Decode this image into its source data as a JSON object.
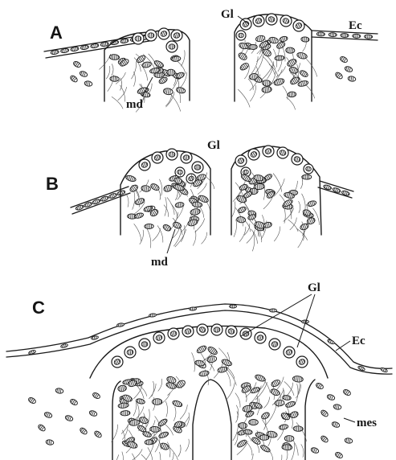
{
  "panels": [
    {
      "id": "A",
      "letter": "A",
      "labels": {
        "gl": "Gl",
        "ec": "Ec",
        "md": "md"
      }
    },
    {
      "id": "B",
      "letter": "B",
      "labels": {
        "gl": "Gl",
        "md": "md"
      }
    },
    {
      "id": "C",
      "letter": "C",
      "labels": {
        "gl": "Gl",
        "ec": "Ec",
        "mes": "mes"
      }
    }
  ],
  "colors": {
    "ink": "#1a1a1a",
    "paper": "#ffffff"
  }
}
